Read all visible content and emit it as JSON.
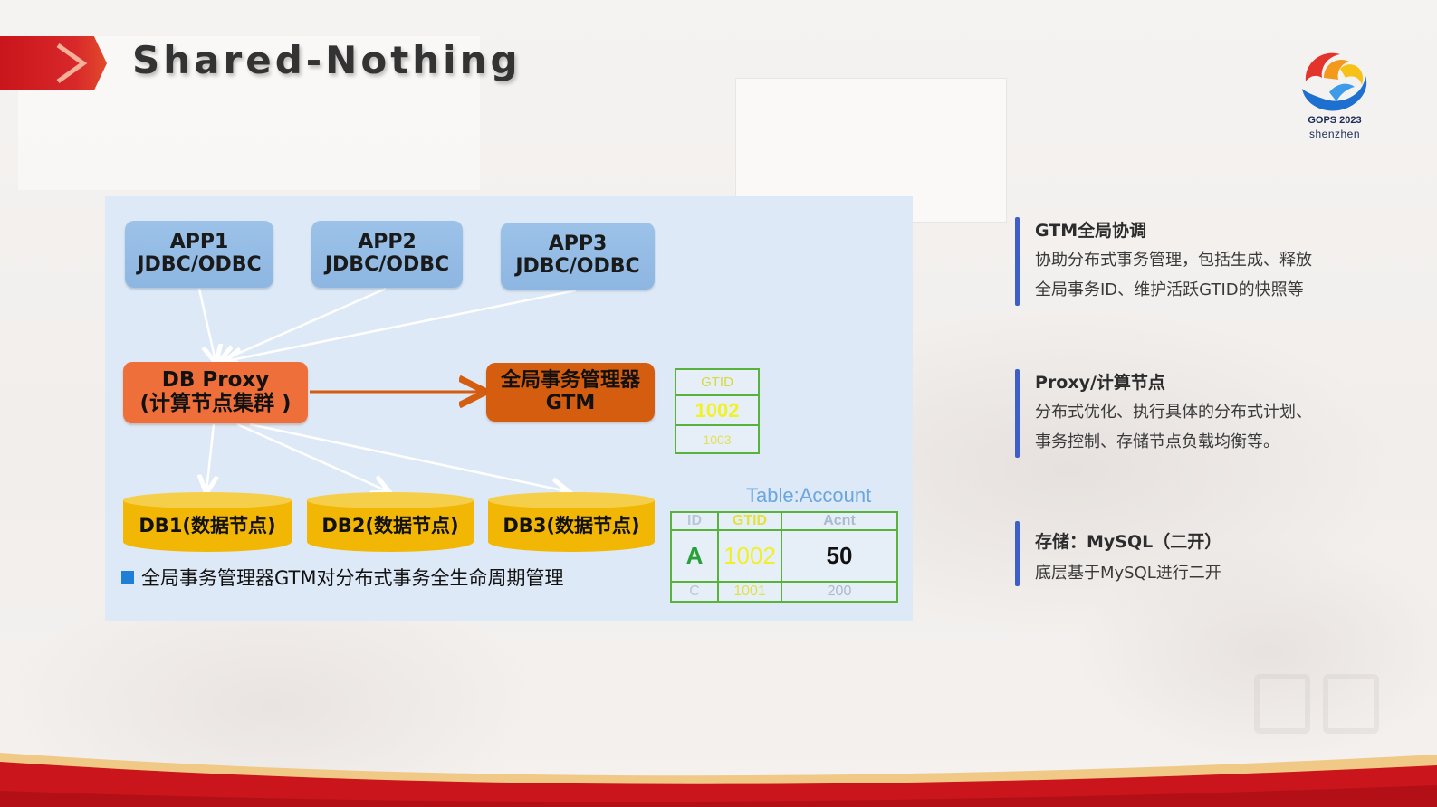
{
  "header": {
    "title": "Shared-Nothing"
  },
  "logo": {
    "line1": "GOPS 2023",
    "line2": "shenzhen"
  },
  "diagram": {
    "apps": [
      {
        "name": "APP1",
        "driver": "JDBC/ODBC"
      },
      {
        "name": "APP2",
        "driver": "JDBC/ODBC"
      },
      {
        "name": "APP3",
        "driver": "JDBC/ODBC"
      }
    ],
    "proxy": {
      "line1": "DB Proxy",
      "line2": "(计算节点集群 )"
    },
    "gtm": {
      "line1": "全局事务管理器",
      "line2": "GTM"
    },
    "dbs": [
      "DB1(数据节点)",
      "DB2(数据节点)",
      "DB3(数据节点)"
    ],
    "note": "全局事务管理器GTM对分布式事务全生命周期管理",
    "gtid_table": {
      "header": "GTID",
      "current": "1002",
      "next": "1003"
    },
    "account_table": {
      "caption": "Table:Account",
      "headers": [
        "ID",
        "GTID",
        "Acnt"
      ],
      "rows": [
        [
          "A",
          "1002",
          "50"
        ],
        [
          "C",
          "1001",
          "200"
        ]
      ]
    }
  },
  "side": [
    {
      "title": "GTM全局协调",
      "lines": [
        "协助分布式事务管理，包括生成、释放",
        "全局事务ID、维护活跃GTID的快照等"
      ]
    },
    {
      "title": "Proxy/计算节点",
      "lines": [
        "分布式优化、执行具体的分布式计划、",
        "事务控制、存储节点负载均衡等。"
      ]
    },
    {
      "title": "存储：MySQL（二开）",
      "lines": [
        "底层基于MySQL进行二开"
      ]
    }
  ]
}
